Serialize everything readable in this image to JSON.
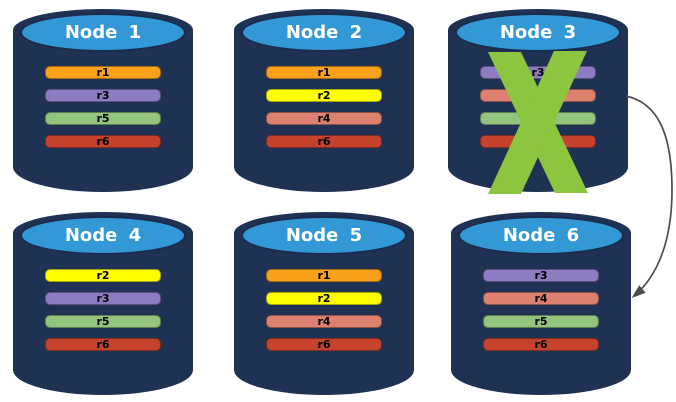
{
  "colors": {
    "cylinder_body": "#1F3254",
    "cylinder_top": "#3399D6",
    "cylinder_outline": "#1B2B4D",
    "title_text": "#FFFFFF",
    "bar_text": "#000000",
    "cross": "#8CC63F",
    "arrow": "#4D4D4D",
    "background": "#FFFFFF"
  },
  "replica_colors": {
    "r1": "#F9A11B",
    "r2": "#FFFF00",
    "r3": "#8E7CC3",
    "r4": "#DC8070",
    "r5": "#93C47D",
    "r6": "#C5432D"
  },
  "nodes": [
    {
      "title": "Node 1",
      "replicas": [
        "r1",
        "r3",
        "r5",
        "r6"
      ],
      "failed": false
    },
    {
      "title": "Node 2",
      "replicas": [
        "r1",
        "r2",
        "r4",
        "r6"
      ],
      "failed": false
    },
    {
      "title": "Node 3",
      "replicas": [
        "r3",
        "r4",
        "r5",
        "r6"
      ],
      "failed": true
    },
    {
      "title": "Node 4",
      "replicas": [
        "r2",
        "r3",
        "r5",
        "r6"
      ],
      "failed": false
    },
    {
      "title": "Node 5",
      "replicas": [
        "r1",
        "r2",
        "r4",
        "r6"
      ],
      "failed": false
    },
    {
      "title": "Node 6",
      "replicas": [
        "r3",
        "r4",
        "r5",
        "r6"
      ],
      "failed": false
    }
  ],
  "failure_cross": {
    "symbol": "X",
    "on_node": "Node 3",
    "color": "#8CC63F"
  },
  "arrow": {
    "from": "Node 3",
    "to": "Node 6",
    "color": "#4D4D4D"
  }
}
